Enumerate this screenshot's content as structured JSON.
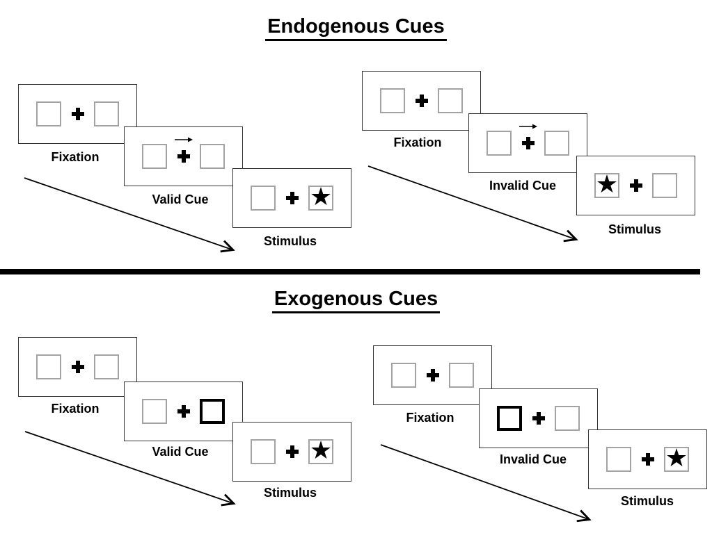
{
  "sections": [
    {
      "title": "Endogenous Cues",
      "panels": [
        {
          "name": "valid-trial",
          "fixation_label": "Fixation",
          "cue_label": "Valid Cue",
          "stimulus_label": "Stimulus",
          "cue_type": "central-arrow-right",
          "star_side": "right"
        },
        {
          "name": "invalid-trial",
          "fixation_label": "Fixation",
          "cue_label": "Invalid Cue",
          "stimulus_label": "Stimulus",
          "cue_type": "central-arrow-right",
          "star_side": "left"
        }
      ]
    },
    {
      "title": "Exogenous Cues",
      "panels": [
        {
          "name": "valid-trial",
          "fixation_label": "Fixation",
          "cue_label": "Valid Cue",
          "stimulus_label": "Stimulus",
          "cue_type": "peripheral-highlight-right",
          "star_side": "right"
        },
        {
          "name": "invalid-trial",
          "fixation_label": "Fixation",
          "cue_label": "Invalid Cue",
          "stimulus_label": "Stimulus",
          "cue_type": "peripheral-highlight-left",
          "star_side": "right"
        }
      ]
    }
  ],
  "icons": {
    "star": "★"
  },
  "colors": {
    "card_border": "#333333",
    "square_border": "#a3a3a3",
    "ink": "#000000",
    "background": "#ffffff"
  }
}
